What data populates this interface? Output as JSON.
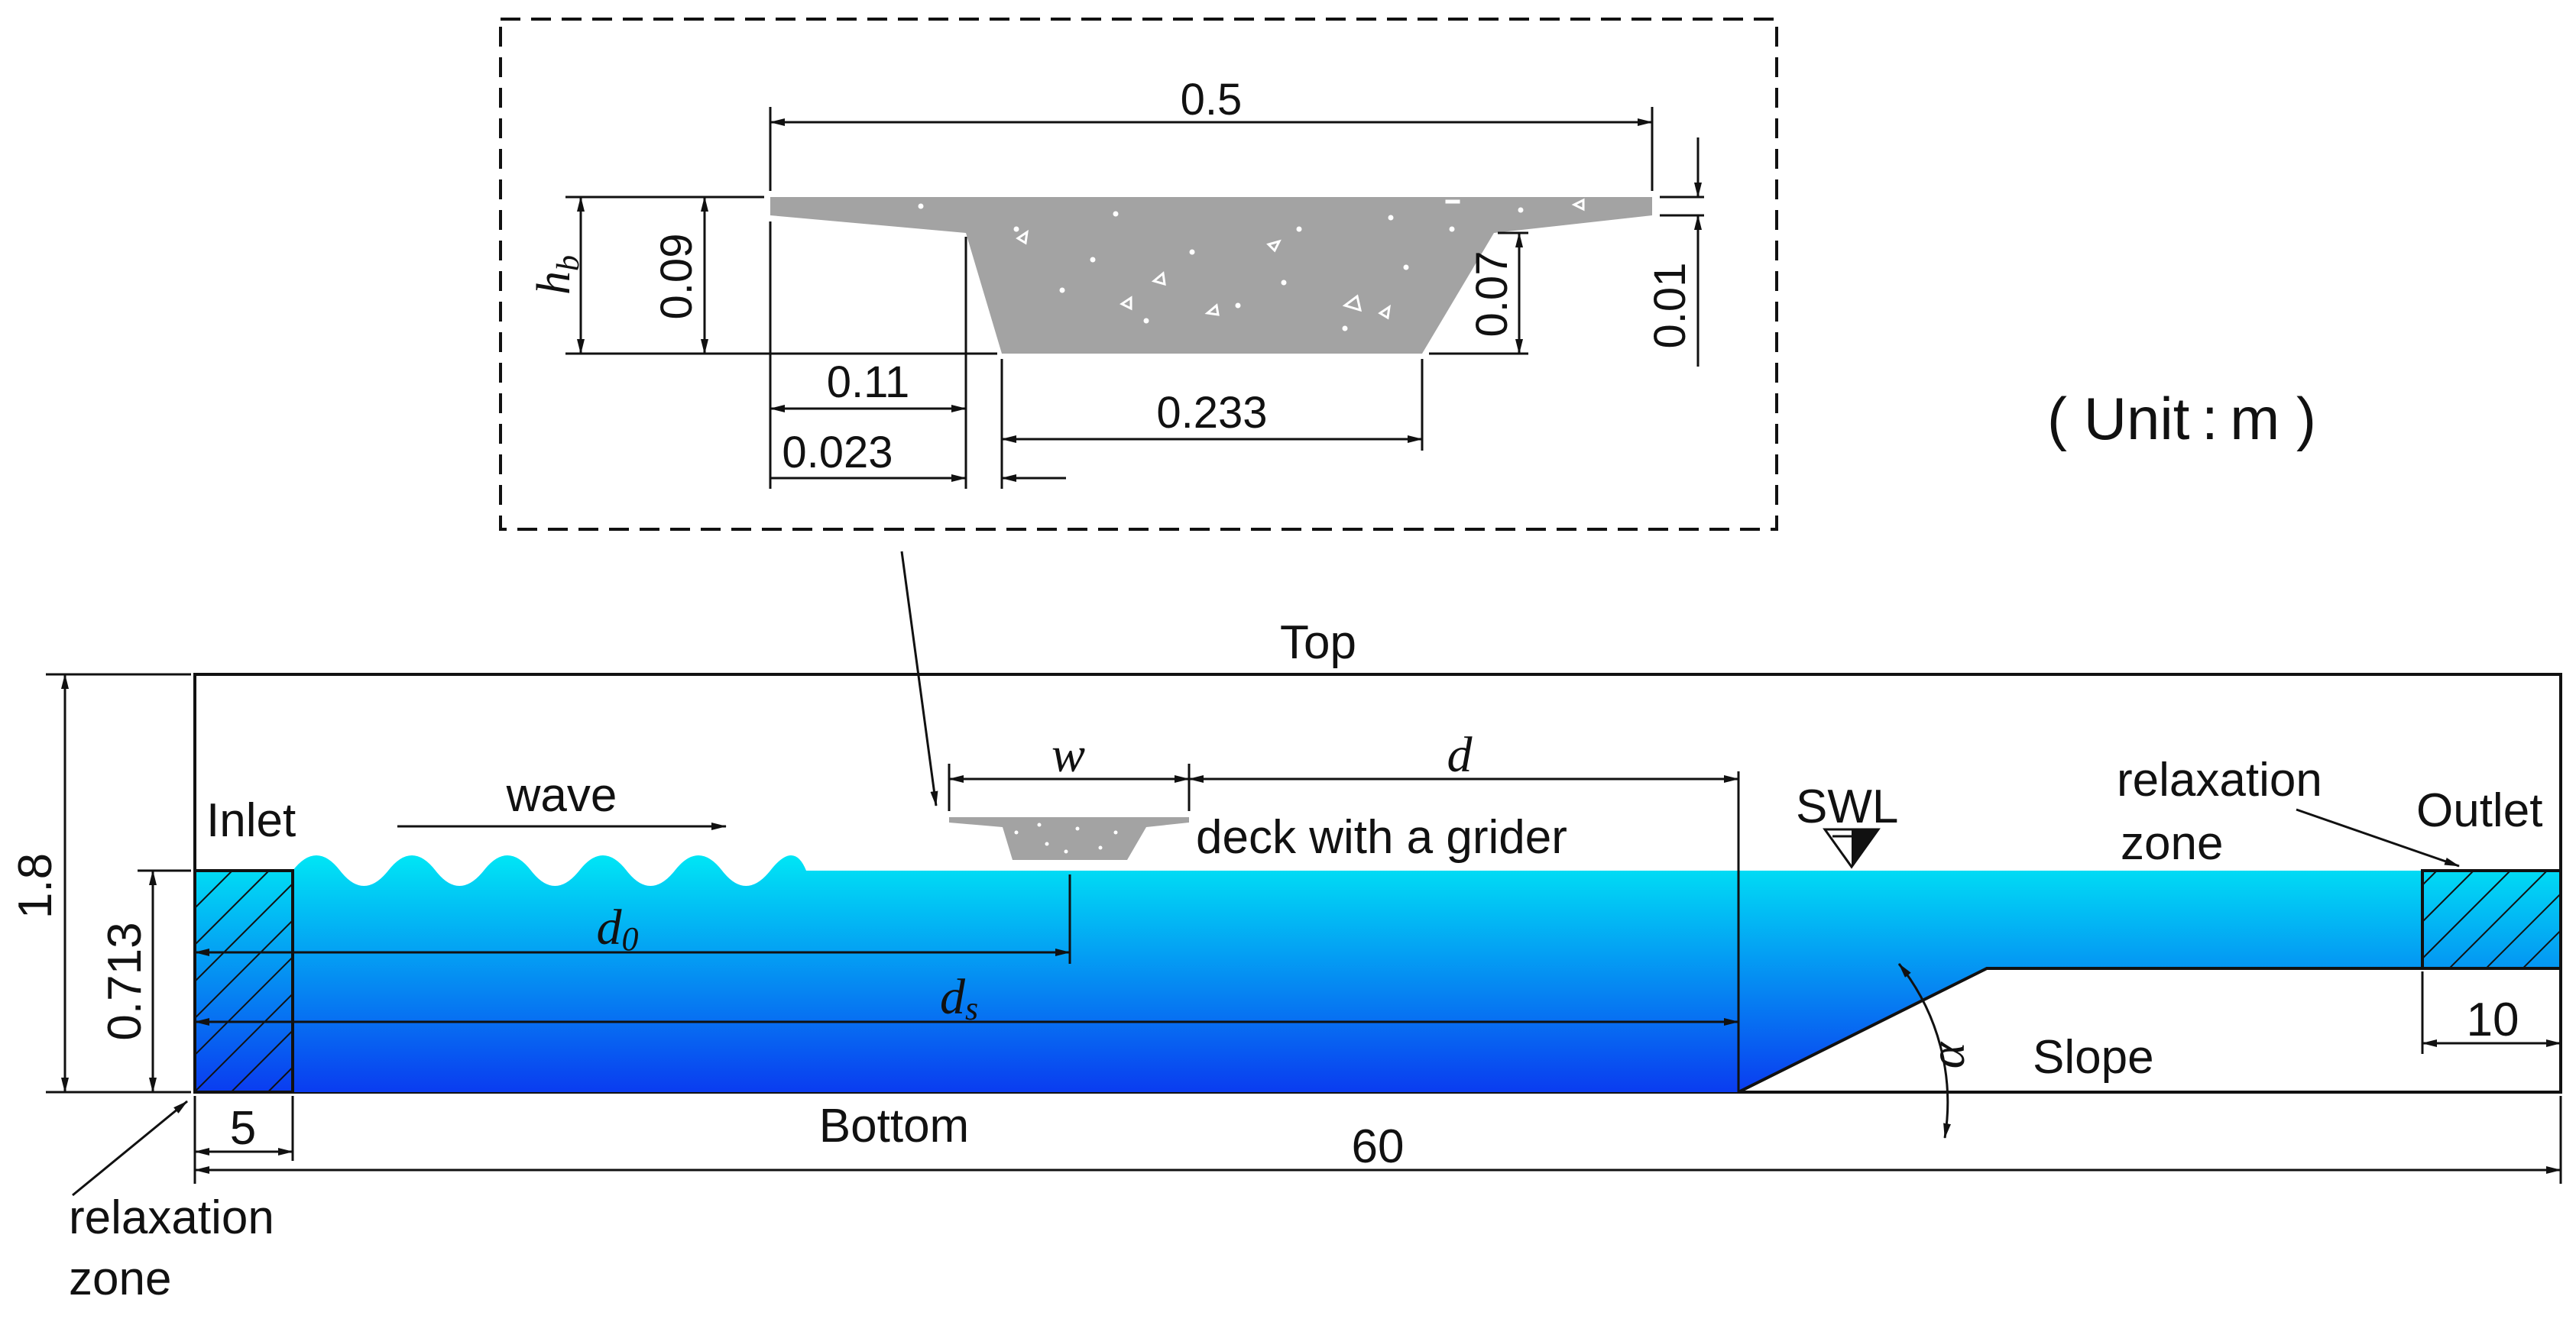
{
  "detail": {
    "width_total": "0.5",
    "height_hb_symbol": "h",
    "height_hb_sub": "b",
    "height_total": "0.09",
    "height_girder": "0.07",
    "flange_tip_thickness": "0.01",
    "flange_width": "0.11",
    "haunch_width": "0.023",
    "bottom_width": "0.233"
  },
  "unit_label": "( Unit : m )",
  "tank": {
    "top_label": "Top",
    "bottom_label": "Bottom",
    "height": "1.8",
    "water_depth": "0.713",
    "length": "60",
    "inlet_relax_length": "5",
    "outlet_relax_length": "10",
    "inlet_label": "Inlet",
    "outlet_label": "Outlet",
    "wave_label": "wave",
    "deck_label": "deck with a grider",
    "swl_label": "SWL",
    "slope_label": "Slope",
    "relax_left_line1": "relaxation",
    "relax_left_line2": "zone",
    "relax_right_line1": "relaxation",
    "relax_right_line2": "zone",
    "w_symbol": "w",
    "d_symbol": "d",
    "d0_symbol": "d",
    "d0_sub": "0",
    "ds_symbol": "d",
    "ds_sub": "s",
    "alpha_symbol": "α"
  },
  "colors": {
    "water_top": "#00e6f5",
    "water_bottom": "#0a3cf0",
    "concrete": "#a3a3a3"
  }
}
